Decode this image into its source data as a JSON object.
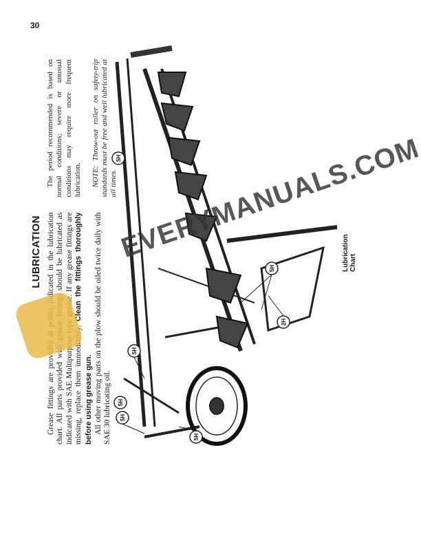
{
  "page_number": "30",
  "title": "LUBRICATION",
  "paragraphs": {
    "p1": "Grease fittings are provided at points indicated in the lubrication chart. All parts provided with grease fittings should be lubricated as indicated with SAE Multipurpose-type grease. If any grease fittings are missing, replace them immediately.",
    "p1_bold": "Clean the fittings thoroughly before using grease gun.",
    "p2": "All other moving parts on the plow should be oiled twice daily with SAE 30 lubricating oil.",
    "p3": "The period recommended is based on normal conditions; severe or unusual conditions may require more frequent lubrication.",
    "note": "NOTE: Throw-out roller on safety-trip standards must be free and well lubricated at all times."
  },
  "figure": {
    "caption": "Lubrication Chart",
    "callouts": [
      "5H",
      "5H",
      "5H",
      "5H",
      "5H",
      "5H",
      "2H"
    ]
  },
  "watermark": {
    "text": "EVERYMANUALS.COM",
    "badge_color": "#e9b94a"
  }
}
